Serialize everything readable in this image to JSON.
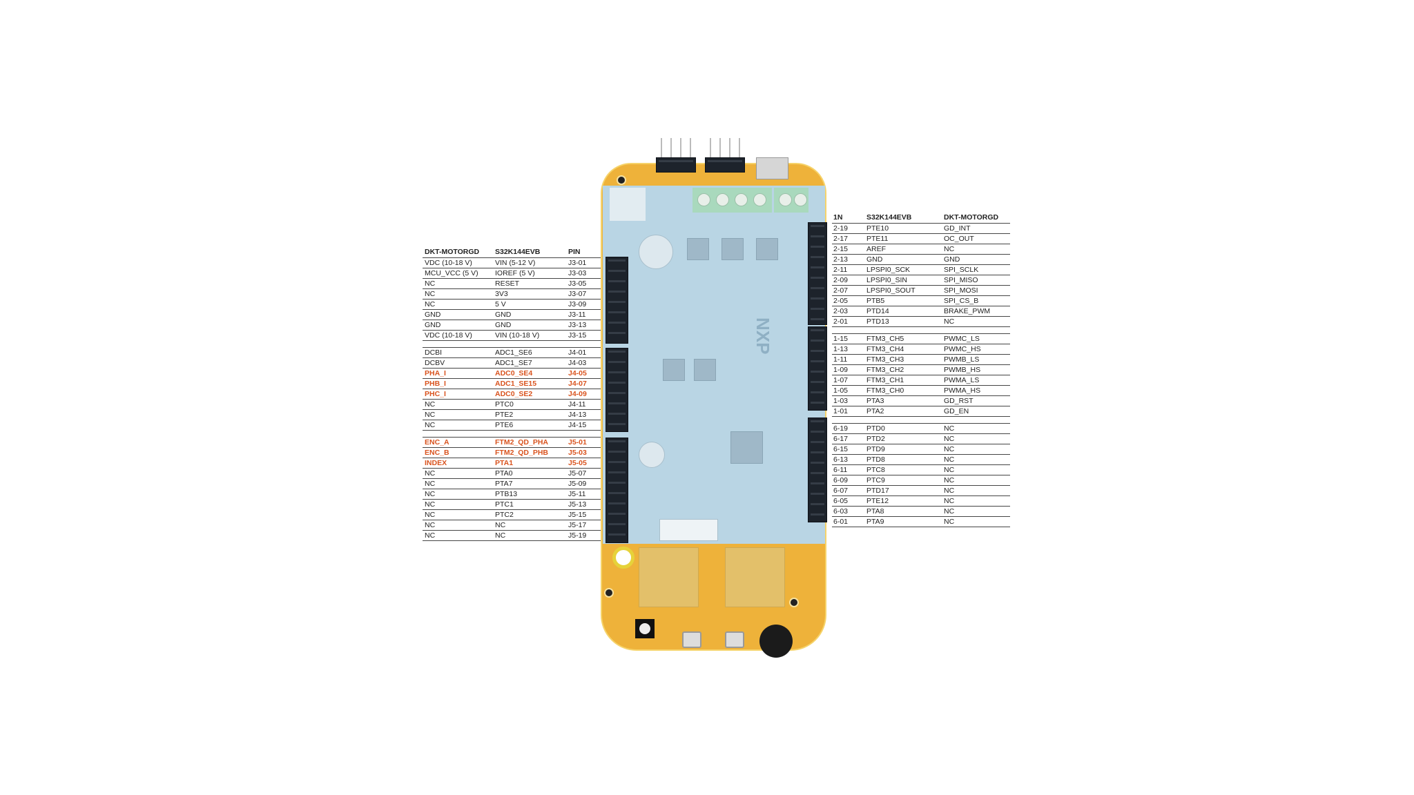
{
  "left_table": {
    "headers": [
      "DKT-MOTORGD",
      "S32K144EVB",
      "PIN"
    ],
    "groups": [
      [
        {
          "cells": [
            "VDC (10-18 V)",
            "VIN (5-12 V)",
            "J3-01"
          ],
          "highlight": false
        },
        {
          "cells": [
            "MCU_VCC (5 V)",
            "IOREF (5 V)",
            "J3-03"
          ],
          "highlight": false
        },
        {
          "cells": [
            "NC",
            "RESET",
            "J3-05"
          ],
          "highlight": false
        },
        {
          "cells": [
            "NC",
            "3V3",
            "J3-07"
          ],
          "highlight": false
        },
        {
          "cells": [
            "NC",
            "5 V",
            "J3-09"
          ],
          "highlight": false
        },
        {
          "cells": [
            "GND",
            "GND",
            "J3-11"
          ],
          "highlight": false
        },
        {
          "cells": [
            "GND",
            "GND",
            "J3-13"
          ],
          "highlight": false
        },
        {
          "cells": [
            "VDC (10-18 V)",
            "VIN (10-18 V)",
            "J3-15"
          ],
          "highlight": false
        }
      ],
      [
        {
          "cells": [
            "DCBI",
            "ADC1_SE6",
            "J4-01"
          ],
          "highlight": false
        },
        {
          "cells": [
            "DCBV",
            "ADC1_SE7",
            "J4-03"
          ],
          "highlight": false
        },
        {
          "cells": [
            "PHA_I",
            "ADC0_SE4",
            "J4-05"
          ],
          "highlight": true
        },
        {
          "cells": [
            "PHB_I",
            "ADC1_SE15",
            "J4-07"
          ],
          "highlight": true
        },
        {
          "cells": [
            "PHC_I",
            "ADC0_SE2",
            "J4-09"
          ],
          "highlight": true
        },
        {
          "cells": [
            "NC",
            "PTC0",
            "J4-11"
          ],
          "highlight": false
        },
        {
          "cells": [
            "NC",
            "PTE2",
            "J4-13"
          ],
          "highlight": false
        },
        {
          "cells": [
            "NC",
            "PTE6",
            "J4-15"
          ],
          "highlight": false
        }
      ],
      [
        {
          "cells": [
            "ENC_A",
            "FTM2_QD_PHA",
            "J5-01"
          ],
          "highlight": true
        },
        {
          "cells": [
            "ENC_B",
            "FTM2_QD_PHB",
            "J5-03"
          ],
          "highlight": true
        },
        {
          "cells": [
            "INDEX",
            "PTA1",
            "J5-05"
          ],
          "highlight": true
        },
        {
          "cells": [
            "NC",
            "PTA0",
            "J5-07"
          ],
          "highlight": false
        },
        {
          "cells": [
            "NC",
            "PTA7",
            "J5-09"
          ],
          "highlight": false
        },
        {
          "cells": [
            "NC",
            "PTB13",
            "J5-11"
          ],
          "highlight": false
        },
        {
          "cells": [
            "NC",
            "PTC1",
            "J5-13"
          ],
          "highlight": false
        },
        {
          "cells": [
            "NC",
            "PTC2",
            "J5-15"
          ],
          "highlight": false
        },
        {
          "cells": [
            "NC",
            "NC",
            "J5-17"
          ],
          "highlight": false
        },
        {
          "cells": [
            "NC",
            "NC",
            "J5-19"
          ],
          "highlight": false
        }
      ]
    ]
  },
  "right_table": {
    "headers": [
      "1N",
      "S32K144EVB",
      "DKT-MOTORGD"
    ],
    "groups": [
      [
        {
          "cells": [
            "2-19",
            "PTE10",
            "GD_INT"
          ]
        },
        {
          "cells": [
            "2-17",
            "PTE11",
            "OC_OUT"
          ]
        },
        {
          "cells": [
            "2-15",
            "AREF",
            "NC"
          ]
        },
        {
          "cells": [
            "2-13",
            "GND",
            "GND"
          ]
        },
        {
          "cells": [
            "2-11",
            "LPSPI0_SCK",
            "SPI_SCLK"
          ]
        },
        {
          "cells": [
            "2-09",
            "LPSPI0_SIN",
            "SPI_MISO"
          ]
        },
        {
          "cells": [
            "2-07",
            "LPSPI0_SOUT",
            "SPI_MOSI"
          ]
        },
        {
          "cells": [
            "2-05",
            "PTB5",
            "SPI_CS_B"
          ]
        },
        {
          "cells": [
            "2-03",
            "PTD14",
            "BRAKE_PWM"
          ]
        },
        {
          "cells": [
            "2-01",
            "PTD13",
            "NC"
          ]
        }
      ],
      [
        {
          "cells": [
            "1-15",
            "FTM3_CH5",
            "PWMC_LS"
          ]
        },
        {
          "cells": [
            "1-13",
            "FTM3_CH4",
            "PWMC_HS"
          ]
        },
        {
          "cells": [
            "1-11",
            "FTM3_CH3",
            "PWMB_LS"
          ]
        },
        {
          "cells": [
            "1-09",
            "FTM3_CH2",
            "PWMB_HS"
          ]
        },
        {
          "cells": [
            "1-07",
            "FTM3_CH1",
            "PWMA_LS"
          ]
        },
        {
          "cells": [
            "1-05",
            "FTM3_CH0",
            "PWMA_HS"
          ]
        },
        {
          "cells": [
            "1-03",
            "PTA3",
            "GD_RST"
          ]
        },
        {
          "cells": [
            "1-01",
            "PTA2",
            "GD_EN"
          ]
        }
      ],
      [
        {
          "cells": [
            "6-19",
            "PTD0",
            "NC"
          ]
        },
        {
          "cells": [
            "6-17",
            "PTD2",
            "NC"
          ]
        },
        {
          "cells": [
            "6-15",
            "PTD9",
            "NC"
          ]
        },
        {
          "cells": [
            "6-13",
            "PTD8",
            "NC"
          ]
        },
        {
          "cells": [
            "6-11",
            "PTC8",
            "NC"
          ]
        },
        {
          "cells": [
            "6-09",
            "PTC9",
            "NC"
          ]
        },
        {
          "cells": [
            "6-07",
            "PTD17",
            "NC"
          ]
        },
        {
          "cells": [
            "6-05",
            "PTE12",
            "NC"
          ]
        },
        {
          "cells": [
            "6-03",
            "PTA8",
            "NC"
          ]
        },
        {
          "cells": [
            "6-01",
            "PTA9",
            "NC"
          ]
        }
      ]
    ]
  },
  "board": {
    "logo": "NXP"
  },
  "colors": {
    "highlight": "#d9531e",
    "pcb": "#eeb23a",
    "shield": "#b9d5e4"
  }
}
